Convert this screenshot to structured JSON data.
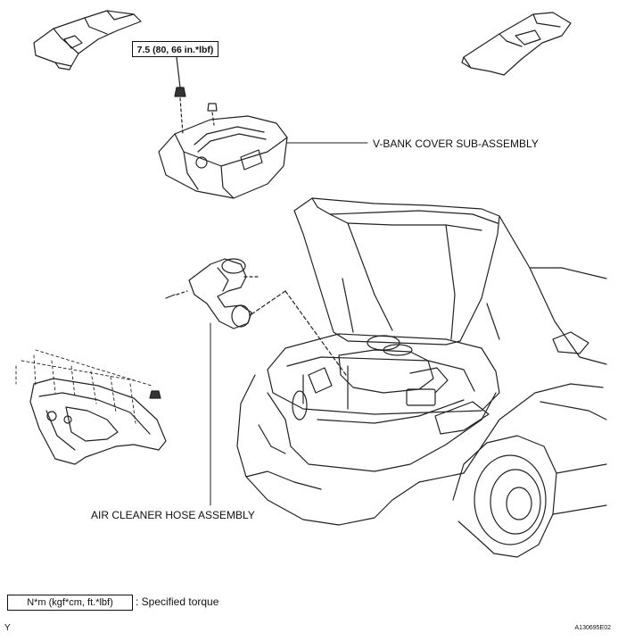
{
  "torque_callout": "7.5 (80, 66 in.*lbf)",
  "labels": {
    "v_bank_cover": "V-BANK COVER SUB-ASSEMBLY",
    "air_cleaner_hose": "AIR CLEANER HOSE ASSEMBLY"
  },
  "legend": {
    "unit_box": "N*m (kgf*cm, ft.*lbf)",
    "description": ": Specified torque"
  },
  "corner_mark": "Y",
  "figure_id": "A130695E02"
}
